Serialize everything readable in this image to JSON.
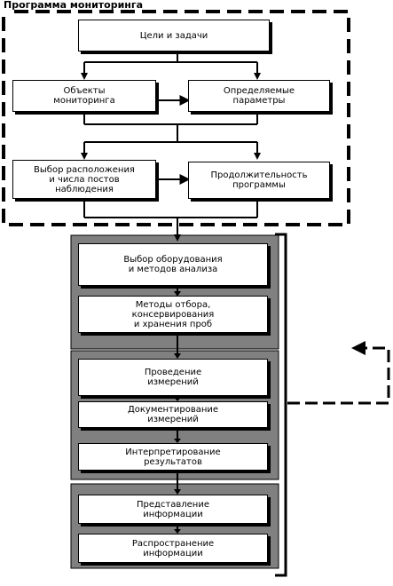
{
  "title": "Программа мониторинга",
  "boxes": {
    "goals": "Цели и задачи",
    "objects": "Объекты\nмониторинга",
    "parameters": "Определяемые\nпараметры",
    "location": "Выбор расположения\nи числа постов\nнаблюдения",
    "duration": "Продолжительность\nпрограммы",
    "equipment": "Выбор оборудования\nи методов анализа",
    "sampling": "Методы отбора,\nконсервирования\nи хранения проб",
    "measurement": "Проведение\nизмерений",
    "documentation": "Документирование\nизмерений",
    "interpretation": "Интерпретирование\nрезультатов",
    "presentation": "Представление\nинформации",
    "distribution": "Распространение\nинформации"
  }
}
